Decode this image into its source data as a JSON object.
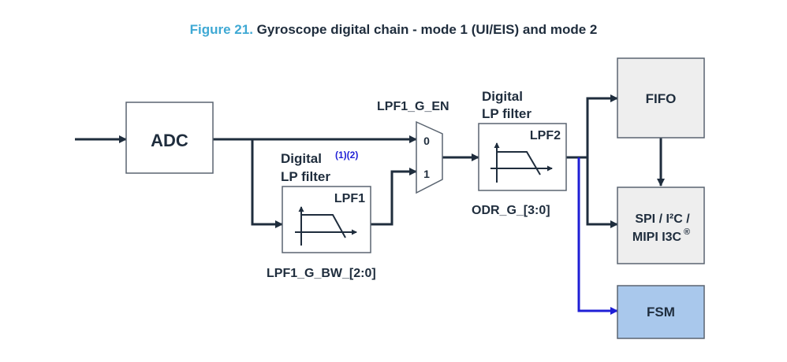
{
  "title": {
    "figure_no": "Figure 21.",
    "text": "Gyroscope digital chain - mode 1 (UI/EIS) and mode 2"
  },
  "blocks": {
    "adc": "ADC",
    "lpf1": "LPF1",
    "lpf2": "LPF2",
    "fifo": "FIFO",
    "spi_line1": "SPI / I²C /",
    "spi_line2": "MIPI I3C",
    "spi_reg": "®",
    "fsm": "FSM"
  },
  "labels": {
    "lpf1_title_1": "Digital",
    "lpf1_notes": "(1)(2)",
    "lpf1_title_2": "LP filter",
    "lpf1_bw": "LPF1_G_BW_[2:0]",
    "mux_en": "LPF1_G_EN",
    "mux_in0": "0",
    "mux_in1": "1",
    "lpf2_title_1": "Digital",
    "lpf2_title_2": "LP filter",
    "odr": "ODR_G_[3:0]"
  },
  "colors": {
    "line": "#1f2d3d",
    "fsm_line": "#1f1fd6",
    "fsm_fill": "#a9c8ec",
    "grey_fill": "#eeeeee",
    "title_accent": "#3fa9d4"
  }
}
